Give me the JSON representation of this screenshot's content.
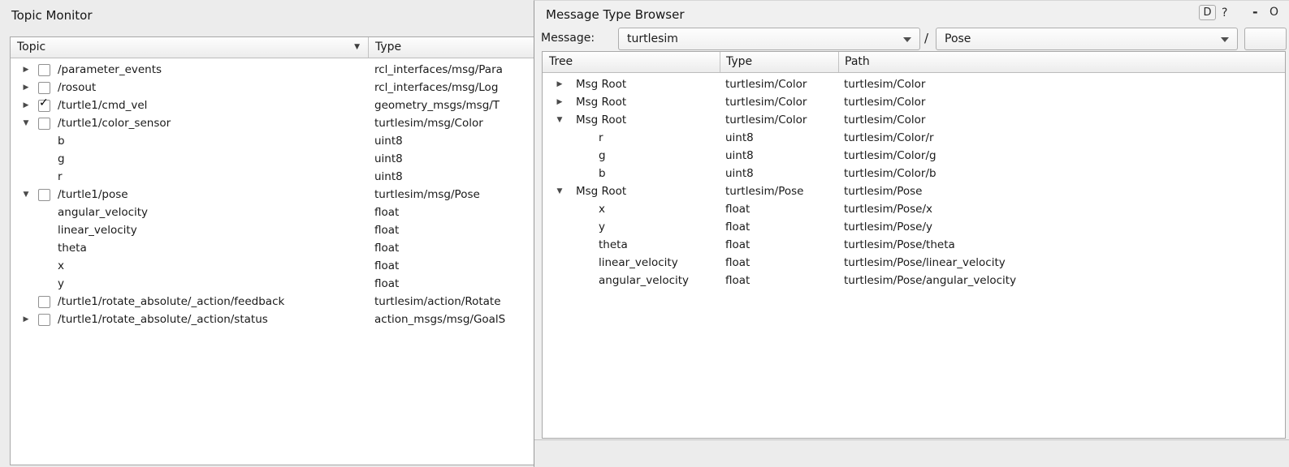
{
  "icons": {
    "expander_collapsed": "▶",
    "expander_expanded": "▼",
    "check": "✓",
    "sort_descending": "▼"
  },
  "topic_monitor": {
    "title": "Topic Monitor",
    "columns": {
      "topic": "Topic",
      "type": "Type"
    },
    "rows": [
      {
        "expander": "collapsed",
        "checkbox": false,
        "child": false,
        "topic": "/parameter_events",
        "type": "rcl_interfaces/msg/Para"
      },
      {
        "expander": "collapsed",
        "checkbox": false,
        "child": false,
        "topic": "/rosout",
        "type": "rcl_interfaces/msg/Log"
      },
      {
        "expander": "collapsed",
        "checkbox": true,
        "child": false,
        "topic": "/turtle1/cmd_vel",
        "type": "geometry_msgs/msg/T"
      },
      {
        "expander": "expanded",
        "checkbox": false,
        "child": false,
        "topic": "/turtle1/color_sensor",
        "type": "turtlesim/msg/Color"
      },
      {
        "expander": "none",
        "checkbox": null,
        "child": true,
        "topic": "b",
        "type": "uint8"
      },
      {
        "expander": "none",
        "checkbox": null,
        "child": true,
        "topic": "g",
        "type": "uint8"
      },
      {
        "expander": "none",
        "checkbox": null,
        "child": true,
        "topic": "r",
        "type": "uint8"
      },
      {
        "expander": "expanded",
        "checkbox": false,
        "child": false,
        "topic": "/turtle1/pose",
        "type": "turtlesim/msg/Pose"
      },
      {
        "expander": "none",
        "checkbox": null,
        "child": true,
        "topic": "angular_velocity",
        "type": "float"
      },
      {
        "expander": "none",
        "checkbox": null,
        "child": true,
        "topic": "linear_velocity",
        "type": "float"
      },
      {
        "expander": "none",
        "checkbox": null,
        "child": true,
        "topic": "theta",
        "type": "float"
      },
      {
        "expander": "none",
        "checkbox": null,
        "child": true,
        "topic": "x",
        "type": "float"
      },
      {
        "expander": "none",
        "checkbox": null,
        "child": true,
        "topic": "y",
        "type": "float"
      },
      {
        "expander": "none",
        "checkbox": false,
        "child": false,
        "topic": "/turtle1/rotate_absolute/_action/feedback",
        "type": "turtlesim/action/Rotate"
      },
      {
        "expander": "collapsed",
        "checkbox": false,
        "child": false,
        "topic": "/turtle1/rotate_absolute/_action/status",
        "type": "action_msgs/msg/GoalS"
      }
    ]
  },
  "message_type_browser": {
    "title": "Message Type Browser",
    "titlebar": {
      "dock_label": "D",
      "help_label": "?",
      "minimize_label": "-",
      "float_label": "O"
    },
    "toolbar": {
      "message_label": "Message:",
      "package_value": "turtlesim",
      "separator": "/",
      "type_value": "Pose",
      "blank_button_label": ""
    },
    "columns": {
      "tree": "Tree",
      "type": "Type",
      "path": "Path"
    },
    "rows": [
      {
        "expander": "collapsed",
        "child": false,
        "tree": "Msg Root",
        "type": "turtlesim/Color",
        "path": "turtlesim/Color"
      },
      {
        "expander": "collapsed",
        "child": false,
        "tree": "Msg Root",
        "type": "turtlesim/Color",
        "path": "turtlesim/Color"
      },
      {
        "expander": "expanded",
        "child": false,
        "tree": "Msg Root",
        "type": "turtlesim/Color",
        "path": "turtlesim/Color"
      },
      {
        "expander": "none",
        "child": true,
        "tree": "r",
        "type": "uint8",
        "path": "turtlesim/Color/r"
      },
      {
        "expander": "none",
        "child": true,
        "tree": "g",
        "type": "uint8",
        "path": "turtlesim/Color/g"
      },
      {
        "expander": "none",
        "child": true,
        "tree": "b",
        "type": "uint8",
        "path": "turtlesim/Color/b"
      },
      {
        "expander": "expanded",
        "child": false,
        "tree": "Msg Root",
        "type": "turtlesim/Pose",
        "path": "turtlesim/Pose"
      },
      {
        "expander": "none",
        "child": true,
        "tree": "x",
        "type": "float",
        "path": "turtlesim/Pose/x"
      },
      {
        "expander": "none",
        "child": true,
        "tree": "y",
        "type": "float",
        "path": "turtlesim/Pose/y"
      },
      {
        "expander": "none",
        "child": true,
        "tree": "theta",
        "type": "float",
        "path": "turtlesim/Pose/theta"
      },
      {
        "expander": "none",
        "child": true,
        "tree": "linear_velocity",
        "type": "float",
        "path": "turtlesim/Pose/linear_velocity"
      },
      {
        "expander": "none",
        "child": true,
        "tree": "angular_velocity",
        "type": "float",
        "path": "turtlesim/Pose/angular_velocity"
      }
    ]
  }
}
